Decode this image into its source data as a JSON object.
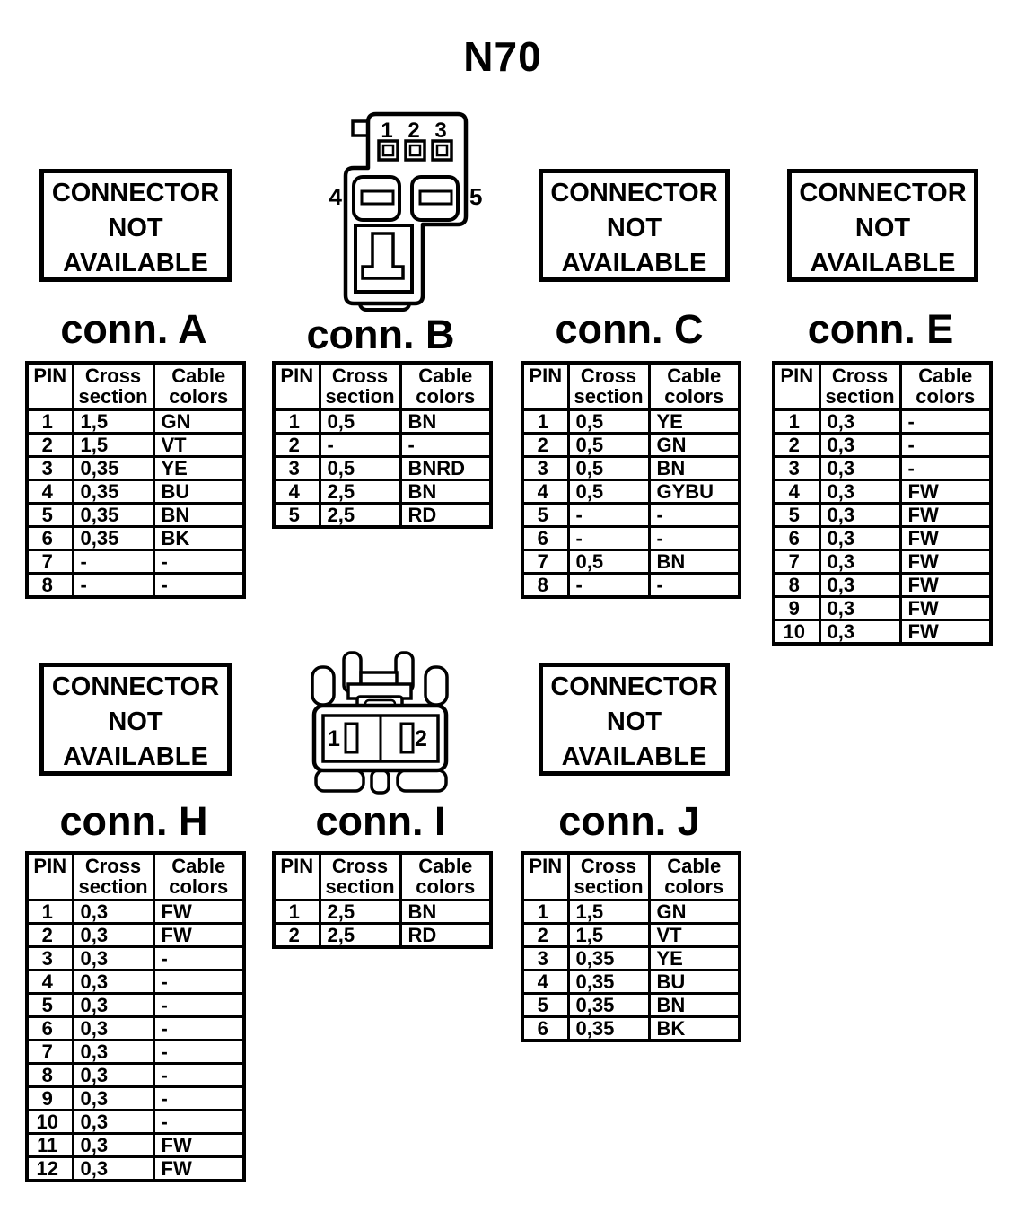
{
  "title": "N70",
  "not_available": {
    "line1": "CONNECTOR",
    "line2": "NOT",
    "line3": "AVAILABLE"
  },
  "table_headers": {
    "pin": "PIN",
    "cross_section": "Cross section",
    "cable_colors": "Cable colors"
  },
  "connectors": {
    "A": {
      "label": "conn. A",
      "available": false,
      "rows": [
        [
          "1",
          "1,5",
          "GN"
        ],
        [
          "2",
          "1,5",
          "VT"
        ],
        [
          "3",
          "0,35",
          "YE"
        ],
        [
          "4",
          "0,35",
          "BU"
        ],
        [
          "5",
          "0,35",
          "BN"
        ],
        [
          "6",
          "0,35",
          "BK"
        ],
        [
          "7",
          "-",
          "-"
        ],
        [
          "8",
          "-",
          "-"
        ]
      ]
    },
    "B": {
      "label": "conn. B",
      "available": true,
      "drawing_pins": [
        "1",
        "2",
        "3",
        "4",
        "5"
      ],
      "rows": [
        [
          "1",
          "0,5",
          "BN"
        ],
        [
          "2",
          "-",
          "-"
        ],
        [
          "3",
          "0,5",
          "BNRD"
        ],
        [
          "4",
          "2,5",
          "BN"
        ],
        [
          "5",
          "2,5",
          "RD"
        ]
      ]
    },
    "C": {
      "label": "conn. C",
      "available": false,
      "rows": [
        [
          "1",
          "0,5",
          "YE"
        ],
        [
          "2",
          "0,5",
          "GN"
        ],
        [
          "3",
          "0,5",
          "BN"
        ],
        [
          "4",
          "0,5",
          "GYBU"
        ],
        [
          "5",
          "-",
          "-"
        ],
        [
          "6",
          "-",
          "-"
        ],
        [
          "7",
          "0,5",
          "BN"
        ],
        [
          "8",
          "-",
          "-"
        ]
      ]
    },
    "E": {
      "label": "conn. E",
      "available": false,
      "rows": [
        [
          "1",
          "0,3",
          "-"
        ],
        [
          "2",
          "0,3",
          "-"
        ],
        [
          "3",
          "0,3",
          "-"
        ],
        [
          "4",
          "0,3",
          "FW"
        ],
        [
          "5",
          "0,3",
          "FW"
        ],
        [
          "6",
          "0,3",
          "FW"
        ],
        [
          "7",
          "0,3",
          "FW"
        ],
        [
          "8",
          "0,3",
          "FW"
        ],
        [
          "9",
          "0,3",
          "FW"
        ],
        [
          "10",
          "0,3",
          "FW"
        ]
      ]
    },
    "H": {
      "label": "conn. H",
      "available": false,
      "rows": [
        [
          "1",
          "0,3",
          "FW"
        ],
        [
          "2",
          "0,3",
          "FW"
        ],
        [
          "3",
          "0,3",
          "-"
        ],
        [
          "4",
          "0,3",
          "-"
        ],
        [
          "5",
          "0,3",
          "-"
        ],
        [
          "6",
          "0,3",
          "-"
        ],
        [
          "7",
          "0,3",
          "-"
        ],
        [
          "8",
          "0,3",
          "-"
        ],
        [
          "9",
          "0,3",
          "-"
        ],
        [
          "10",
          "0,3",
          "-"
        ],
        [
          "11",
          "0,3",
          "FW"
        ],
        [
          "12",
          "0,3",
          "FW"
        ]
      ]
    },
    "I": {
      "label": "conn. I",
      "available": true,
      "drawing_pins": [
        "1",
        "2"
      ],
      "rows": [
        [
          "1",
          "2,5",
          "BN"
        ],
        [
          "2",
          "2,5",
          "RD"
        ]
      ]
    },
    "J": {
      "label": "conn. J",
      "available": false,
      "rows": [
        [
          "1",
          "1,5",
          "GN"
        ],
        [
          "2",
          "1,5",
          "VT"
        ],
        [
          "3",
          "0,35",
          "YE"
        ],
        [
          "4",
          "0,35",
          "BU"
        ],
        [
          "5",
          "0,35",
          "BN"
        ],
        [
          "6",
          "0,35",
          "BK"
        ]
      ]
    }
  }
}
